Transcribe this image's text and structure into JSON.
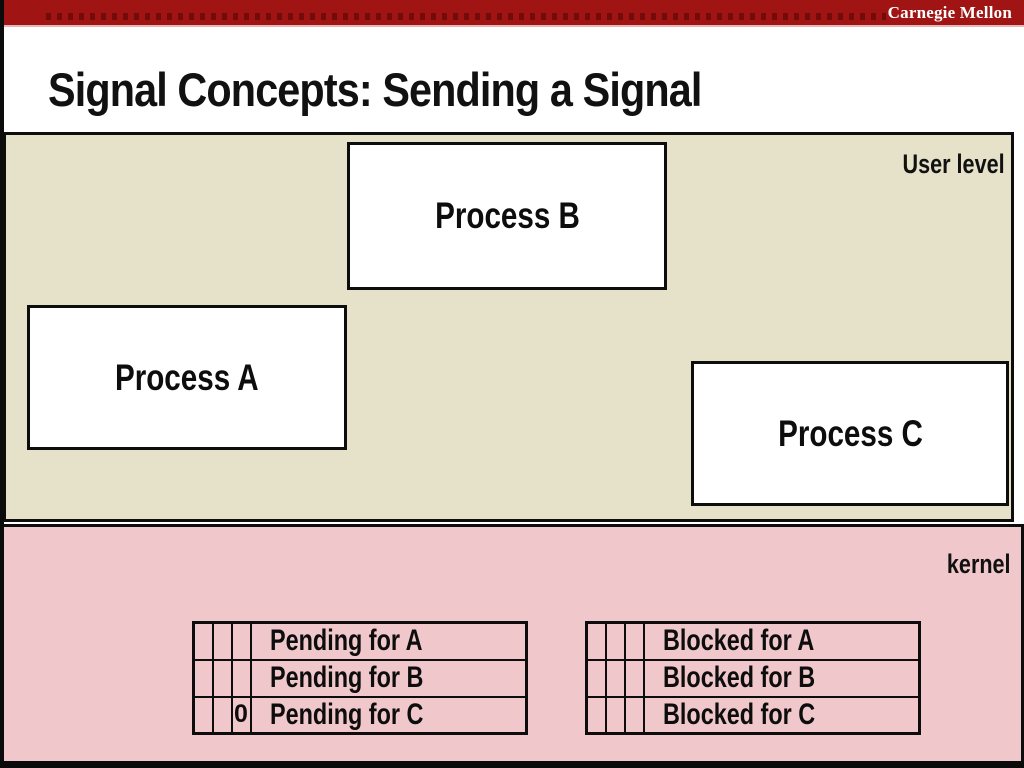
{
  "header": {
    "brand": "Carnegie Mellon"
  },
  "title": "Signal Concepts: Sending a Signal",
  "user_level": {
    "label": "User level",
    "processes": [
      {
        "name": "Process B"
      },
      {
        "name": "Process A"
      },
      {
        "name": "Process C"
      }
    ]
  },
  "kernel": {
    "label": "kernel",
    "pending_table": {
      "rows": [
        {
          "cells": [
            "",
            "",
            ""
          ],
          "label": "Pending for A"
        },
        {
          "cells": [
            "",
            "",
            ""
          ],
          "label": "Pending for B"
        },
        {
          "cells": [
            "",
            "",
            "0"
          ],
          "label": "Pending for C"
        }
      ]
    },
    "blocked_table": {
      "rows": [
        {
          "cells": [
            "",
            "",
            ""
          ],
          "label": "Blocked for A"
        },
        {
          "cells": [
            "",
            "",
            ""
          ],
          "label": "Blocked for B"
        },
        {
          "cells": [
            "",
            "",
            ""
          ],
          "label": "Blocked for C"
        }
      ]
    }
  },
  "colors": {
    "brand_red": "#a01414",
    "user_level_bg": "#e6e1c9",
    "kernel_bg": "#f0c7ca",
    "border": "#0d0d0d"
  }
}
